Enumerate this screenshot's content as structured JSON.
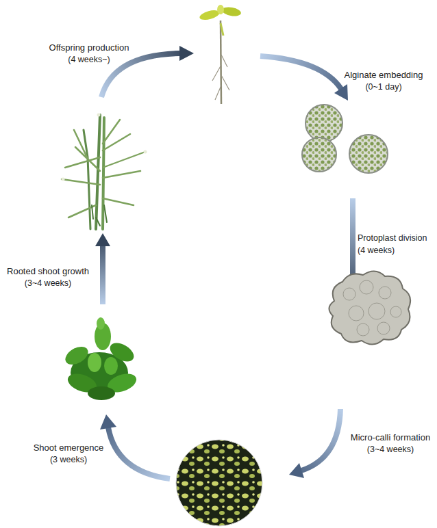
{
  "diagram": {
    "labels": [
      "Offspring production",
      "(4 weeks~)",
      "Alginate embedding",
      "(0~1 day)",
      "Protoplast division",
      "(4 weeks)",
      "Micro-calli formation",
      "(3~4 weeks)",
      "Shoot emergence",
      "(3 weeks)",
      "Rooted shoot growth",
      "(3~4 weeks)"
    ]
  }
}
